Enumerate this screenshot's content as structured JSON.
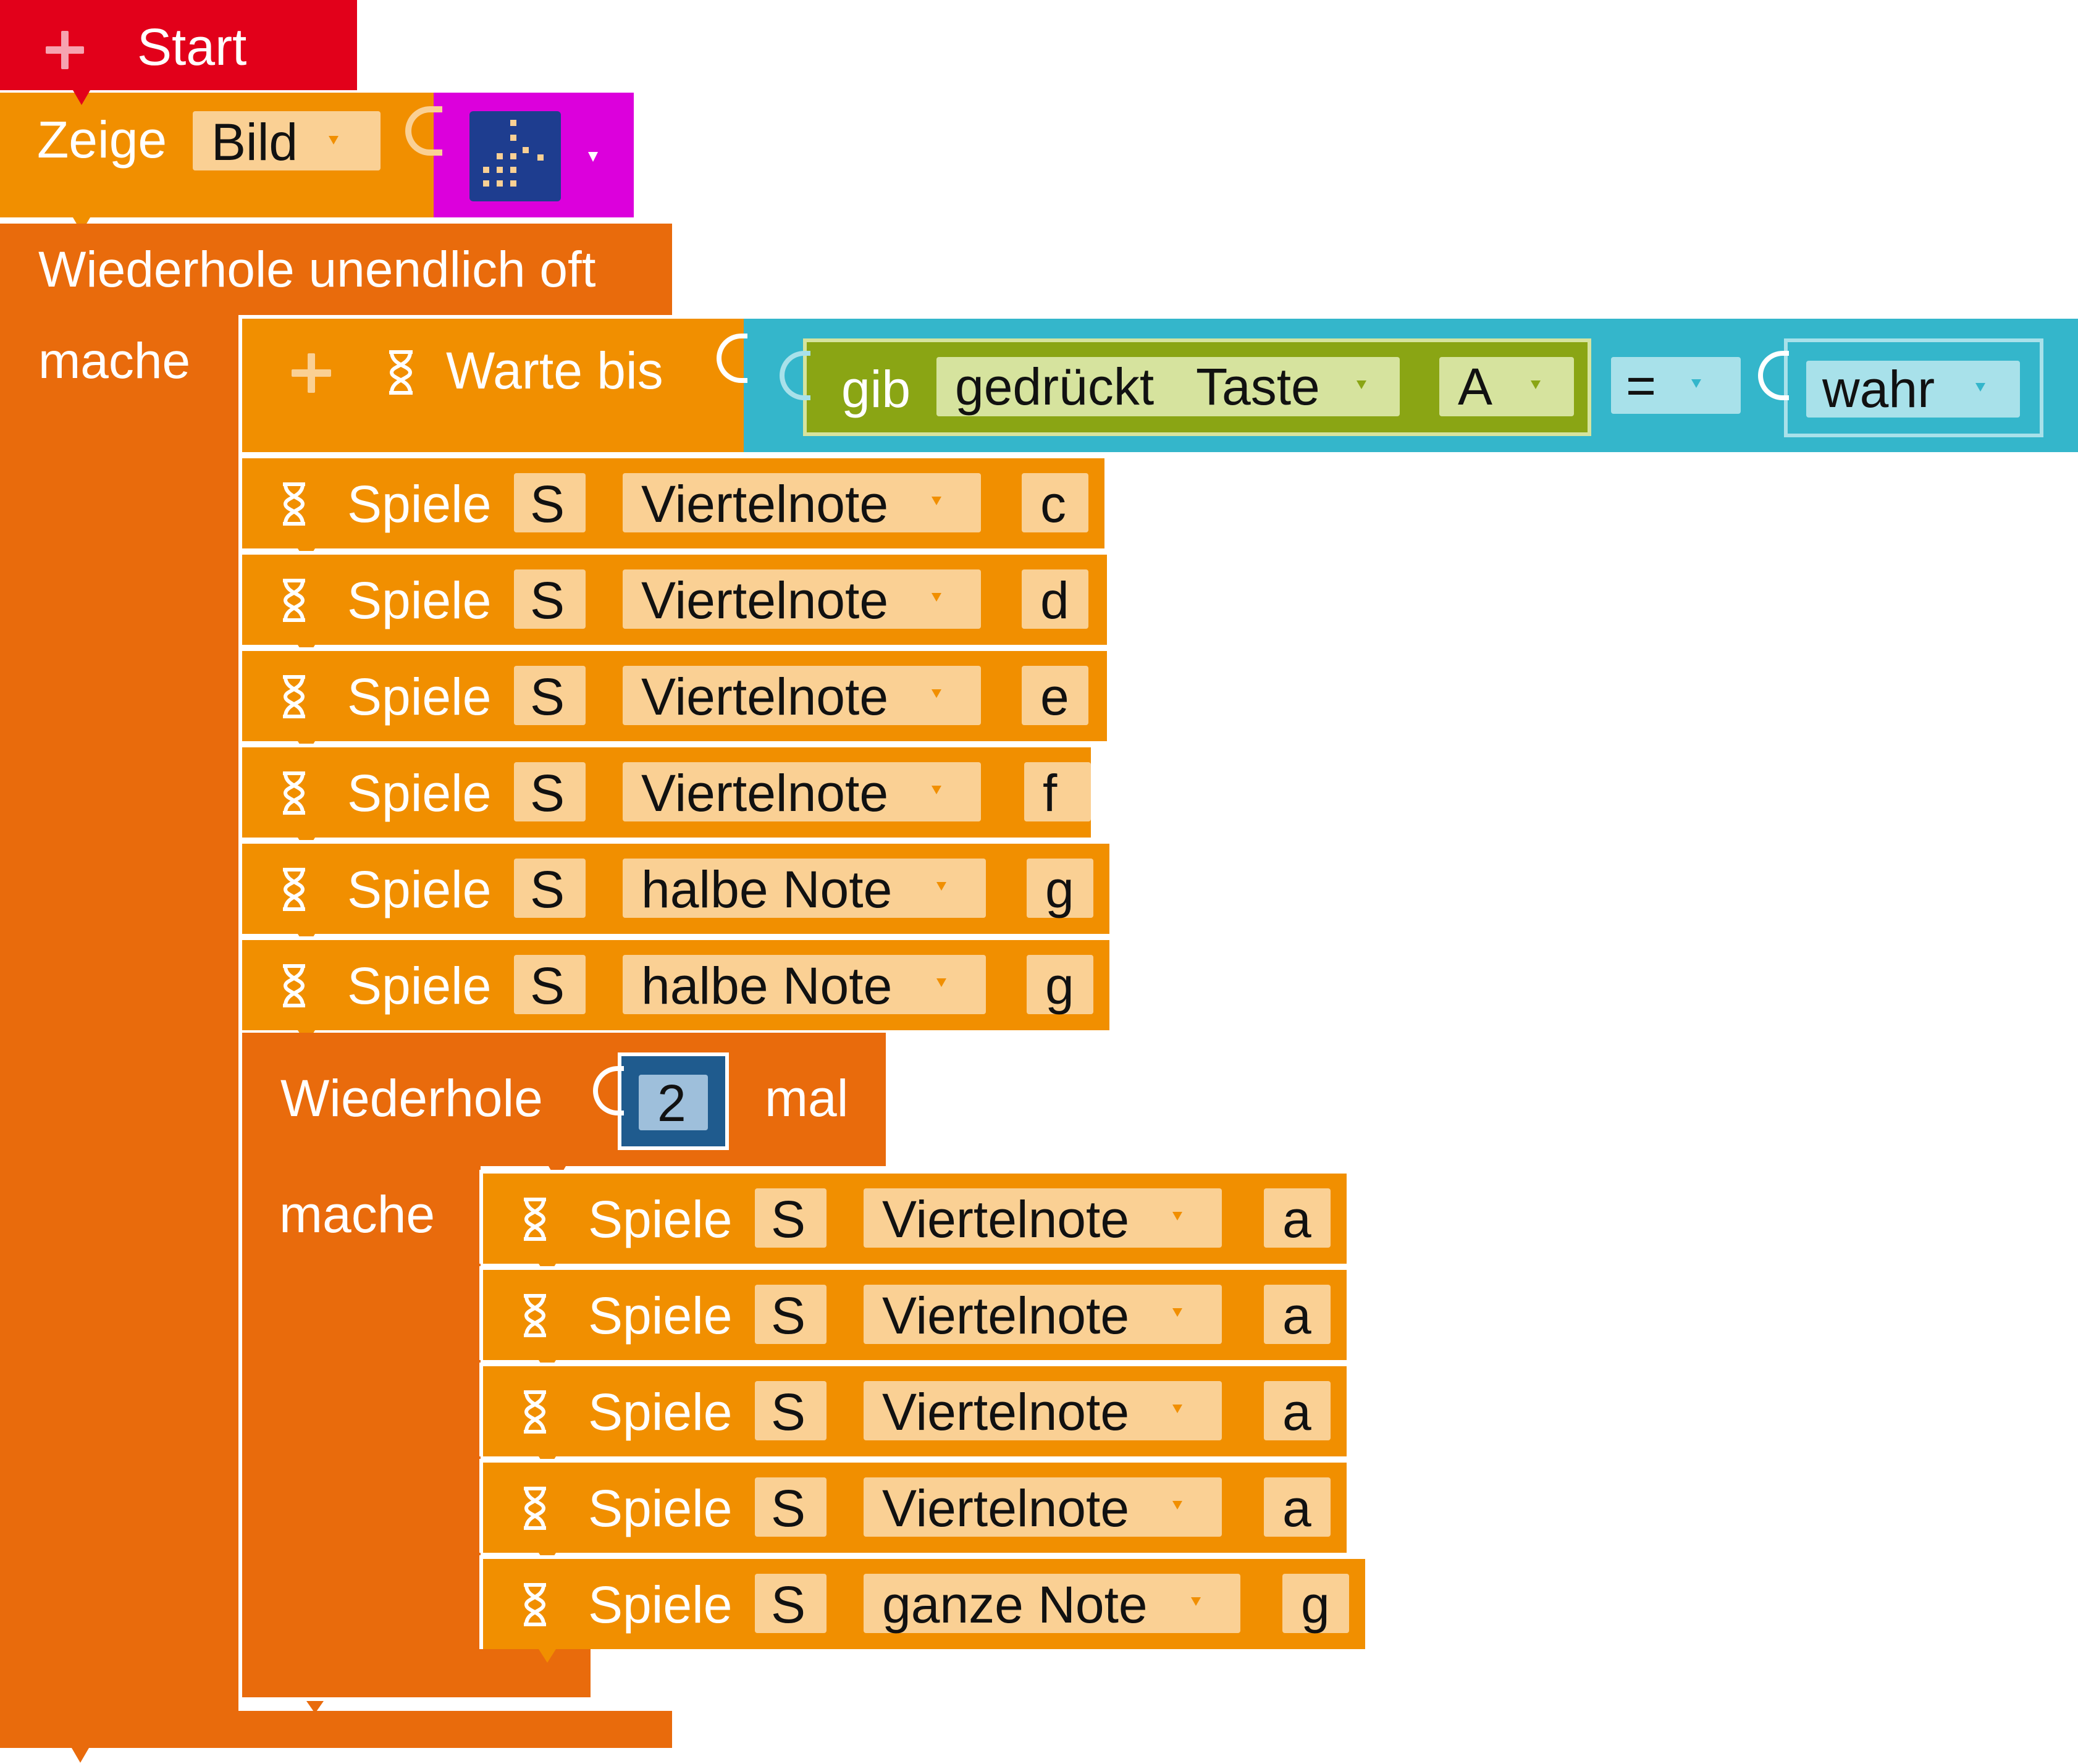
{
  "colors": {
    "start_red": "#E2001A",
    "orange_main": "#F18F00",
    "orange_loop": "#E96B0C",
    "field_light": "#FAD094",
    "magenta": "#DC00DC",
    "image_blue": "#1E3D8F",
    "teal": "#34B6CB",
    "teal_light": "#A8E1EA",
    "olive": "#8AA514",
    "olive_light": "#D6E39E",
    "num_blue": "#1F5B8E",
    "num_light": "#9EBFDB"
  },
  "start": {
    "label": "Start",
    "icon": "plus-icon"
  },
  "show": {
    "label": "Zeige",
    "mode": "Bild",
    "image_icon": "led-matrix-icon"
  },
  "forever": {
    "label": "Wiederhole unendlich oft",
    "do_label": "mache"
  },
  "wait": {
    "icon": "hourglass-icon",
    "label": "Warte bis",
    "condition": {
      "gib": "gib",
      "state": "gedrückt",
      "key_label": "Taste",
      "button": "A",
      "operator": "=",
      "value": "wahr"
    }
  },
  "play_label": "Spiele",
  "speaker_field": "S",
  "notes_top": [
    {
      "duration": "Viertelnote",
      "note": "c"
    },
    {
      "duration": "Viertelnote",
      "note": "d"
    },
    {
      "duration": "Viertelnote",
      "note": "e"
    },
    {
      "duration": "Viertelnote",
      "note": "f"
    },
    {
      "duration": "halbe Note",
      "note": "g"
    },
    {
      "duration": "halbe Note",
      "note": "g"
    }
  ],
  "repeat": {
    "label": "Wiederhole",
    "count": "2",
    "suffix": "mal",
    "do_label": "mache"
  },
  "notes_inner": [
    {
      "duration": "Viertelnote",
      "note": "a"
    },
    {
      "duration": "Viertelnote",
      "note": "a"
    },
    {
      "duration": "Viertelnote",
      "note": "a"
    },
    {
      "duration": "Viertelnote",
      "note": "a"
    },
    {
      "duration": "ganze Note",
      "note": "g"
    }
  ]
}
